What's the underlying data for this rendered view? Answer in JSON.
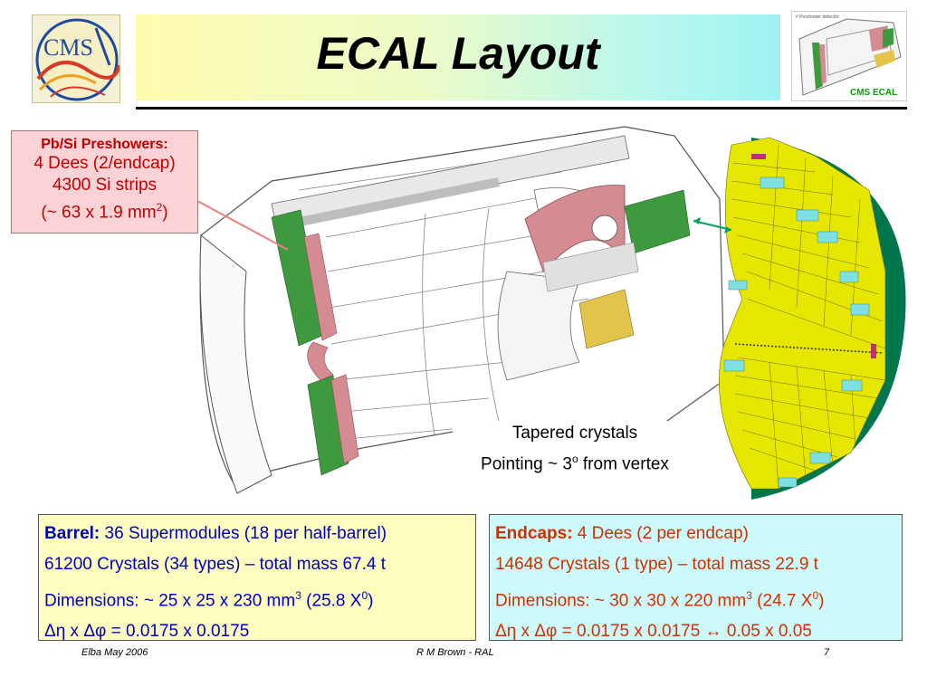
{
  "slide": {
    "title": "ECAL Layout",
    "logo_text": "CMS",
    "thumbnail_label": "CMS ECAL",
    "thumbnail_tiny_text": "# Preshower detector"
  },
  "preshower": {
    "heading": "Pb/Si Preshowers:",
    "line1": "4 Dees (2/endcap)",
    "line2": "4300  Si strips",
    "line3_prefix": "(~ 63 x 1.9 mm",
    "line3_sup": "2",
    "line3_suffix": ")"
  },
  "caption": {
    "line1": "Tapered crystals",
    "line2_prefix": "Pointing ~ 3",
    "line2_sup": "o",
    "line2_suffix": " from vertex"
  },
  "barrel": {
    "label": "Barrel:",
    "line1": " 36 Supermodules (18 per half-barrel)",
    "line2": "61200 Crystals (34 types) – total mass 67.4 t",
    "line3_prefix": "Dimensions: ~ 25 x 25 x 230 mm",
    "line3_sup1": "3",
    "line3_mid": " (25.8 X",
    "line3_sup2": "0",
    "line3_suffix": ")",
    "line4": "Δη x Δφ = 0.0175 x 0.0175"
  },
  "endcap": {
    "label": "Endcaps:",
    "line1": " 4 Dees (2 per endcap)",
    "line2": "14648 Crystals (1 type) – total mass 22.9 t",
    "line3_prefix": "Dimensions: ~ 30 x 30 x 220 mm",
    "line3_sup1": "3",
    "line3_mid": " (24.7 X",
    "line3_sup2": "0",
    "line3_suffix": ")",
    "line4": "Δη x Δφ = 0.0175 x 0.0175 ↔ 0.05 x 0.05"
  },
  "footer": {
    "left": "Elba May 2006",
    "center": "R M Brown - RAL",
    "page": "7"
  },
  "colors": {
    "crystal_yellow": "#e6e600",
    "preshower_green": "#3f9a3f",
    "endcap_pink": "#d48c92",
    "cyan": "#7fe0e4",
    "barrel_box": "#fdfdbf",
    "endcap_box": "#cdfbfb"
  }
}
